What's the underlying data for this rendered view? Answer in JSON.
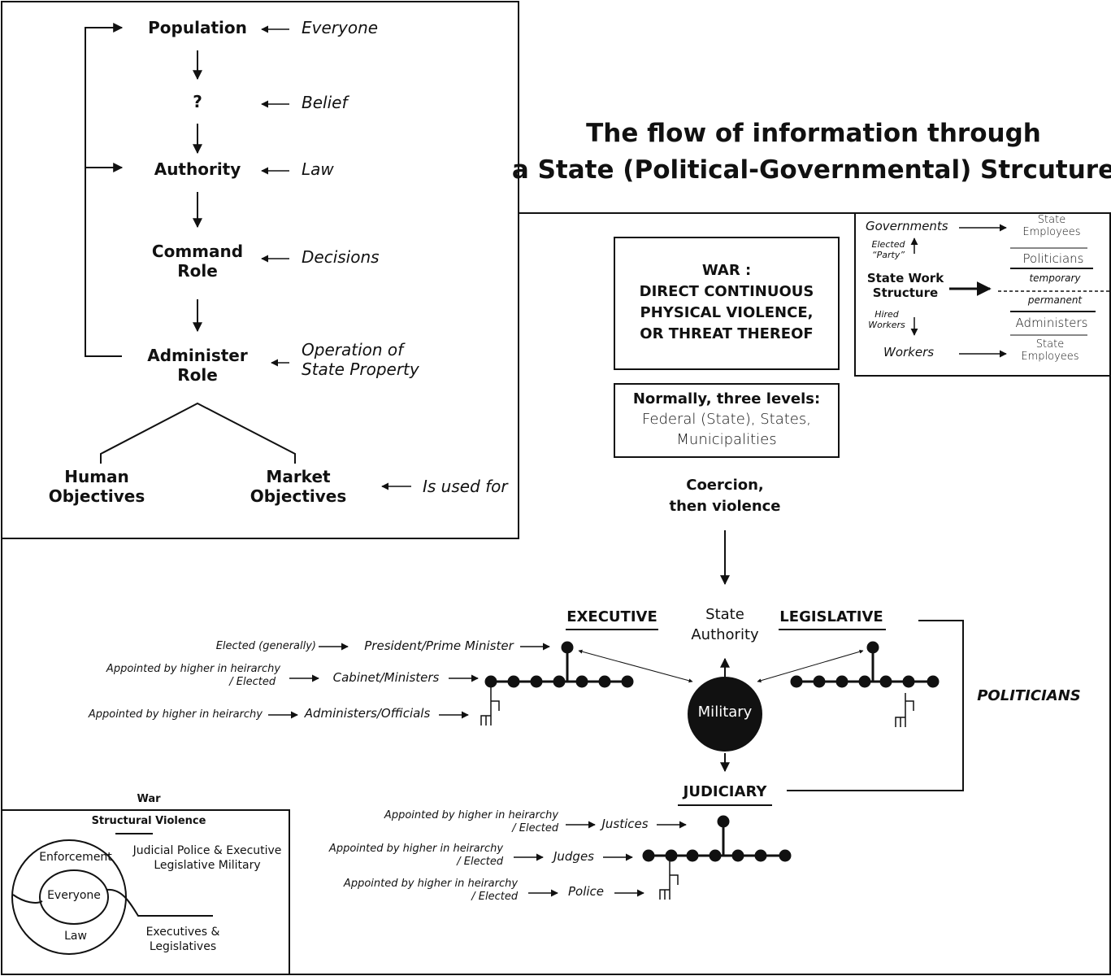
{
  "title": {
    "line1": "The flow of information through",
    "line2": "a State (Political-Governmental)  Strcuture"
  },
  "flow": {
    "population": "Population",
    "belief_node": "?",
    "authority": "Authority",
    "command_role": [
      "Command",
      "Role"
    ],
    "administer_role": [
      "Administer",
      "Role"
    ],
    "human_objectives": [
      "Human",
      "Objectives"
    ],
    "market_objectives": [
      "Market",
      "Objectives"
    ],
    "notes": {
      "everyone": "Everyone",
      "belief": "Belief",
      "law": "Law",
      "decisions": "Decisions",
      "operation": [
        "Operation of",
        "State Property"
      ],
      "is_used_for": "Is used for"
    }
  },
  "war_box": {
    "lines": [
      "WAR :",
      "DIRECT CONTINUOUS",
      "PHYSICAL VIOLENCE,",
      "OR THREAT THEREOF"
    ]
  },
  "levels_box": {
    "heading": "Normally, three levels:",
    "lines": [
      "Federal (State), States,",
      "Municipalities"
    ]
  },
  "coercion": [
    "Coercion,",
    "then violence"
  ],
  "state_authority": [
    "State",
    "Authority"
  ],
  "military": "Military",
  "branches": {
    "executive": "EXECUTIVE",
    "legislative": "LEGISLATIVE",
    "judiciary": "JUDICIARY",
    "politicians": "POLITICIANS"
  },
  "executive_rows": [
    {
      "how": [
        "Elected (generally)"
      ],
      "role": "President/Prime Minister"
    },
    {
      "how": [
        "Appointed by higher in heirarchy",
        "/ Elected"
      ],
      "role": "Cabinet/Ministers"
    },
    {
      "how": [
        "Appointed by higher in heirarchy"
      ],
      "role": "Administers/Officials"
    }
  ],
  "judiciary_rows": [
    {
      "how": [
        "Appointed by higher in heirarchy",
        "/ Elected"
      ],
      "role": "Justices"
    },
    {
      "how": [
        "Appointed by higher in heirarchy",
        "/ Elected"
      ],
      "role": "Judges"
    },
    {
      "how": [
        "Appointed by higher in heirarchy",
        "/ Elected"
      ],
      "role": "Police"
    }
  ],
  "legend": {
    "governments": "Governments",
    "elected_party": [
      "Elected",
      "“Party”"
    ],
    "state_work_structure": [
      "State Work",
      "Structure"
    ],
    "hired_workers": [
      "Hired",
      "Workers"
    ],
    "workers": "Workers",
    "state_employees_top": [
      "State",
      "Employees"
    ],
    "politicians": "Politicians",
    "temporary": "temporary",
    "permanent": "permanent",
    "administers": "Administers",
    "state_employees_bottom": [
      "State",
      "Employees"
    ]
  },
  "violence_legend": {
    "war": "War",
    "structural_violence": "Structural Violence",
    "enforcement": "Enforcement",
    "everyone": "Everyone",
    "law": "Law",
    "judicial": [
      "Judicial Police & Executive",
      "Legislative Military"
    ],
    "executives": [
      "Executives &",
      "Legislatives"
    ]
  }
}
